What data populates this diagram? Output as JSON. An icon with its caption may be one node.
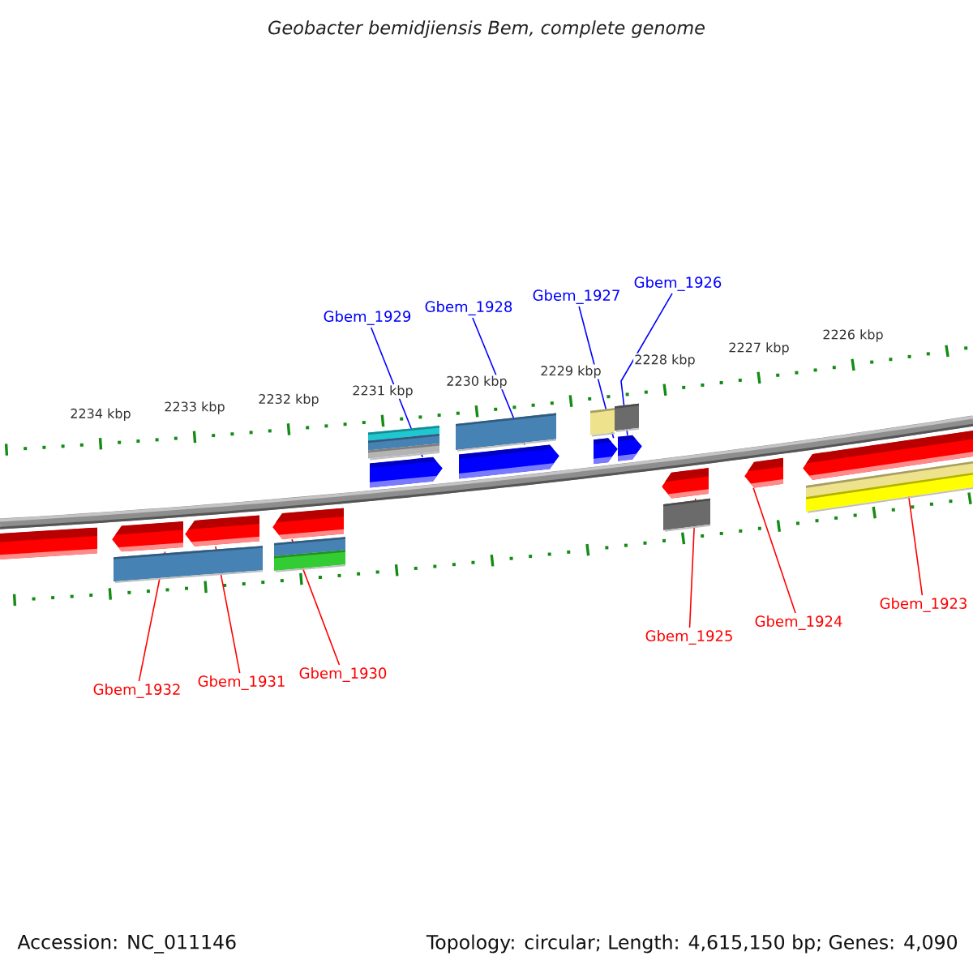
{
  "diagram": {
    "title": "Geobacter bemidjiensis Bem, complete genome",
    "nodes": [
      {
        "text": [
          "Gbem_1929"
        ]
      },
      {
        "text": [
          "Gbem_1928"
        ]
      },
      {
        "text": [
          "Gbem_1927"
        ]
      },
      {
        "text": [
          "Gbem_1926"
        ]
      },
      {
        "text": [
          "Gbem_1932"
        ]
      },
      {
        "text": [
          "Gbem_1931"
        ]
      },
      {
        "text": [
          "Gbem_1930"
        ]
      },
      {
        "text": [
          "Gbem_1925"
        ]
      },
      {
        "text": [
          "Gbem_1924"
        ]
      },
      {
        "text": [
          "Gbem_1923"
        ]
      },
      {
        "text": [],
        "shape": "bar"
      },
      {
        "text": [],
        "shape": "bar"
      },
      {
        "text": [],
        "shape": "bar"
      },
      {
        "text": [],
        "shape": "bar"
      },
      {
        "text": [],
        "shape": "bar"
      },
      {
        "text": [],
        "shape": "bar"
      },
      {
        "text": [],
        "shape": "bar"
      },
      {
        "text": [],
        "shape": "bar"
      },
      {
        "text": [],
        "shape": "bar"
      },
      {
        "text": [],
        "shape": "bar"
      },
      {
        "text": [],
        "shape": "bar"
      }
    ],
    "edges": [
      {
        "from": 0,
        "to": 14,
        "arrow": "none",
        "color": "#0000ff"
      },
      {
        "from": 1,
        "to": 15,
        "arrow": "none",
        "color": "#0000ff"
      },
      {
        "from": 2,
        "to": 16,
        "arrow": "none",
        "color": "#0000ff"
      },
      {
        "from": 3,
        "to": 17,
        "arrow": "none",
        "color": "#0000ff"
      },
      {
        "from": 4,
        "to": 11,
        "arrow": "none"
      },
      {
        "from": 5,
        "to": 12,
        "arrow": "none"
      },
      {
        "from": 6,
        "to": 13,
        "arrow": "none"
      },
      {
        "from": 7,
        "to": 18,
        "arrow": "none"
      },
      {
        "from": 8,
        "to": 19,
        "arrow": "none"
      },
      {
        "from": 9,
        "to": 20,
        "arrow": "none"
      }
    ],
    "labels": [
      "2234 kbp",
      "2233 kbp",
      "2232 kbp",
      "2231 kbp",
      "2230 kbp",
      "2229 kbp",
      "2228 kbp",
      "2227 kbp",
      "2226 kbp",
      "Accession: NC_011146",
      "Topology: circular; Length: 4,615,150 bp; Genes: 4,090"
    ]
  }
}
